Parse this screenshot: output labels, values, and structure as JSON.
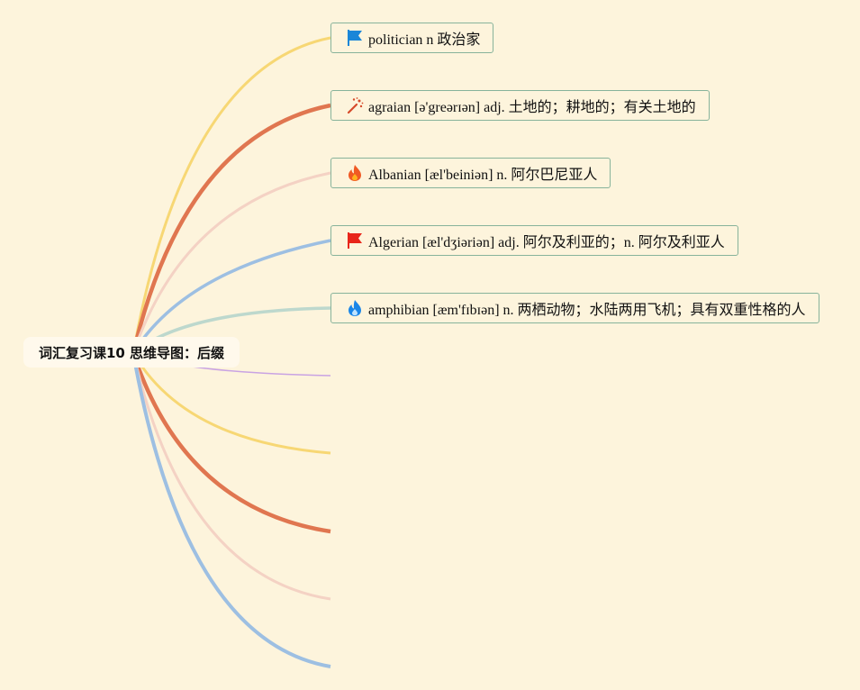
{
  "root": {
    "label": "词汇复习课10 思维导图：后缀"
  },
  "nodes": [
    {
      "icon": "blue-flag-icon",
      "text": "politician n 政治家",
      "branch_color": "#f7d774"
    },
    {
      "icon": "magic-wand-icon",
      "text": "agraian [ə'greərɪən] adj. 土地的；耕地的；有关土地的",
      "branch_color": "#e07650"
    },
    {
      "icon": "fire-icon",
      "text": "Albanian [æl'beiniən] n. 阿尔巴尼亚人",
      "branch_color": "#f4d2c4"
    },
    {
      "icon": "red-flag-icon",
      "text": "Algerian [æl'dʒiəriən] adj. 阿尔及利亚的；n. 阿尔及利亚人",
      "branch_color": "#9dbfe2"
    },
    {
      "icon": "blue-fire-icon",
      "text": "amphibian [æm'fɪbɪən] n. 两栖动物；水陆两用飞机；具有双重性格的人",
      "branch_color": "#bdd8cd"
    }
  ],
  "empty_branches": [
    {
      "color": "#c9a3e3"
    },
    {
      "color": "#f7d774"
    },
    {
      "color": "#e07650"
    },
    {
      "color": "#f4d2c4"
    },
    {
      "color": "#9dbfe2"
    }
  ],
  "colors": {
    "background": "#fdf4dc",
    "node_border": "#87b39b",
    "root_background": "#fff9ec"
  }
}
